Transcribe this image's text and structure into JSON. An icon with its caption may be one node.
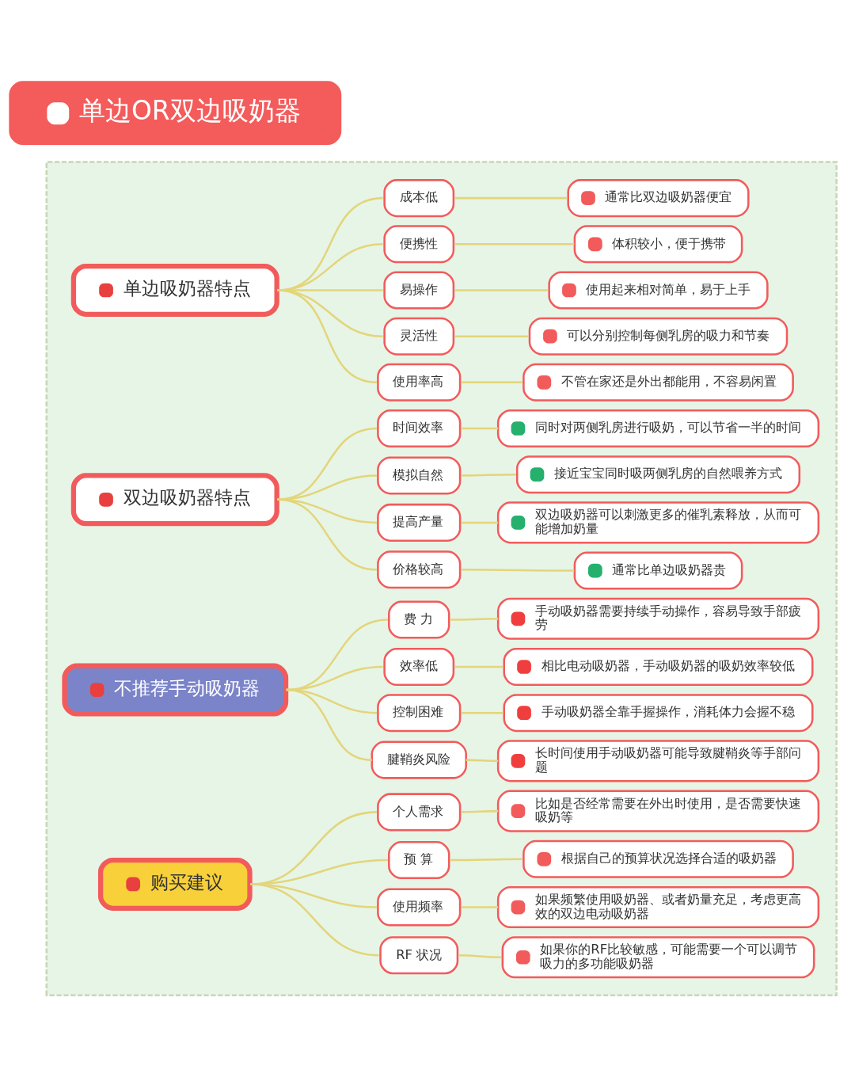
{
  "diagram": {
    "nodes": [
      {
        "text": [
          "单边OR双边吸奶器"
        ]
      },
      {
        "text": [],
        "shape": "box"
      },
      {
        "text": [
          "单边吸奶器特点"
        ],
        "in": 1
      },
      {
        "text": [
          "成本低"
        ],
        "in": 1
      },
      {
        "text": [
          "通常比双边吸奶器便宜"
        ],
        "in": 1
      },
      {
        "text": [
          "便携性"
        ],
        "in": 1
      },
      {
        "text": [
          "体积较小，便于携带"
        ],
        "in": 1
      },
      {
        "text": [
          "易操作"
        ],
        "in": 1
      },
      {
        "text": [
          "使用起来相对简单，易于上手"
        ],
        "in": 1
      },
      {
        "text": [
          "灵活性"
        ],
        "in": 1
      },
      {
        "text": [
          "可以分别控制每侧乳房的吸力和节奏"
        ],
        "in": 1
      },
      {
        "text": [
          "使用率高"
        ],
        "in": 1
      },
      {
        "text": [
          "不管在家还是外出都能用，不容易闲置"
        ],
        "in": 1
      },
      {
        "text": [
          "双边吸奶器特点"
        ],
        "in": 1
      },
      {
        "text": [
          "时间效率"
        ],
        "in": 1
      },
      {
        "text": [
          "同时对两侧乳房进行吸奶，可以节省一半的时间"
        ],
        "in": 1
      },
      {
        "text": [
          "模拟自然"
        ],
        "in": 1
      },
      {
        "text": [
          "接近宝宝同时吸两侧乳房的自然喂养方式"
        ],
        "in": 1
      },
      {
        "text": [
          "提高产量"
        ],
        "in": 1
      },
      {
        "text": [
          "双边吸奶器可以刺激更多的催乳素释放，从而可能增加奶量"
        ],
        "in": 1
      },
      {
        "text": [
          "价格较高"
        ],
        "in": 1
      },
      {
        "text": [
          "通常比单边吸奶器贵"
        ],
        "in": 1
      },
      {
        "text": [
          "不推荐手动吸奶器"
        ],
        "in": 1
      },
      {
        "text": [
          "费 力"
        ],
        "in": 1
      },
      {
        "text": [
          "手动吸奶器需要持续手动操作，容易导致手部疲劳"
        ],
        "in": 1
      },
      {
        "text": [
          "效率低"
        ],
        "in": 1
      },
      {
        "text": [
          "相比电动吸奶器，手动吸奶器的吸奶效率较低"
        ],
        "in": 1
      },
      {
        "text": [
          "控制困难"
        ],
        "in": 1
      },
      {
        "text": [
          "手动吸奶器全靠手握操作，消耗体力会握不稳"
        ],
        "in": 1
      },
      {
        "text": [
          "腱鞘炎风险"
        ],
        "in": 1
      },
      {
        "text": [
          "长时间使用手动吸奶器可能导致腱鞘炎等手部问题"
        ],
        "in": 1
      },
      {
        "text": [
          "购买建议"
        ],
        "in": 1
      },
      {
        "text": [
          "个人需求"
        ],
        "in": 1
      },
      {
        "text": [
          "比如是否经常需要在外出时使用，是否需要快速吸奶等"
        ],
        "in": 1
      },
      {
        "text": [
          "预 算"
        ],
        "in": 1
      },
      {
        "text": [
          "根据自己的预算状况选择合适的吸奶器"
        ],
        "in": 1
      },
      {
        "text": [
          "使用频率"
        ],
        "in": 1
      },
      {
        "text": [
          "如果频繁使用吸奶器、或者奶量充足，考虑更高效的双边电动吸奶器"
        ],
        "in": 1
      },
      {
        "text": [
          "RF 状况"
        ],
        "in": 1
      },
      {
        "text": [
          "如果你的RF比较敏感，可能需要一个可以调节吸力的多功能吸奶器"
        ],
        "in": 1
      }
    ],
    "edges": [
      {
        "from": 2,
        "to": 3,
        "arrow": "none"
      },
      {
        "from": 3,
        "to": 4,
        "arrow": "none"
      },
      {
        "from": 2,
        "to": 5,
        "arrow": "none"
      },
      {
        "from": 5,
        "to": 6,
        "arrow": "none"
      },
      {
        "from": 2,
        "to": 7,
        "arrow": "none"
      },
      {
        "from": 7,
        "to": 8,
        "arrow": "none"
      },
      {
        "from": 2,
        "to": 9,
        "arrow": "none"
      },
      {
        "from": 9,
        "to": 10,
        "arrow": "none"
      },
      {
        "from": 2,
        "to": 11,
        "arrow": "none"
      },
      {
        "from": 11,
        "to": 12,
        "arrow": "none"
      },
      {
        "from": 13,
        "to": 14,
        "arrow": "none"
      },
      {
        "from": 14,
        "to": 15,
        "arrow": "none"
      },
      {
        "from": 13,
        "to": 16,
        "arrow": "none"
      },
      {
        "from": 16,
        "to": 17,
        "arrow": "none"
      },
      {
        "from": 13,
        "to": 18,
        "arrow": "none"
      },
      {
        "from": 18,
        "to": 19,
        "arrow": "none"
      },
      {
        "from": 13,
        "to": 20,
        "arrow": "none"
      },
      {
        "from": 20,
        "to": 21,
        "arrow": "none"
      },
      {
        "from": 22,
        "to": 23,
        "arrow": "none"
      },
      {
        "from": 23,
        "to": 24,
        "arrow": "none"
      },
      {
        "from": 22,
        "to": 25,
        "arrow": "none"
      },
      {
        "from": 25,
        "to": 26,
        "arrow": "none"
      },
      {
        "from": 22,
        "to": 27,
        "arrow": "none"
      },
      {
        "from": 27,
        "to": 28,
        "arrow": "none"
      },
      {
        "from": 22,
        "to": 29,
        "arrow": "none"
      },
      {
        "from": 29,
        "to": 30,
        "arrow": "none"
      },
      {
        "from": 31,
        "to": 32,
        "arrow": "none"
      },
      {
        "from": 32,
        "to": 33,
        "arrow": "none"
      },
      {
        "from": 31,
        "to": 34,
        "arrow": "none"
      },
      {
        "from": 34,
        "to": 35,
        "arrow": "none"
      },
      {
        "from": 31,
        "to": 36,
        "arrow": "none"
      },
      {
        "from": 36,
        "to": 37,
        "arrow": "none"
      },
      {
        "from": 31,
        "to": 38,
        "arrow": "none"
      },
      {
        "from": 38,
        "to": 39,
        "arrow": "none"
      }
    ]
  }
}
